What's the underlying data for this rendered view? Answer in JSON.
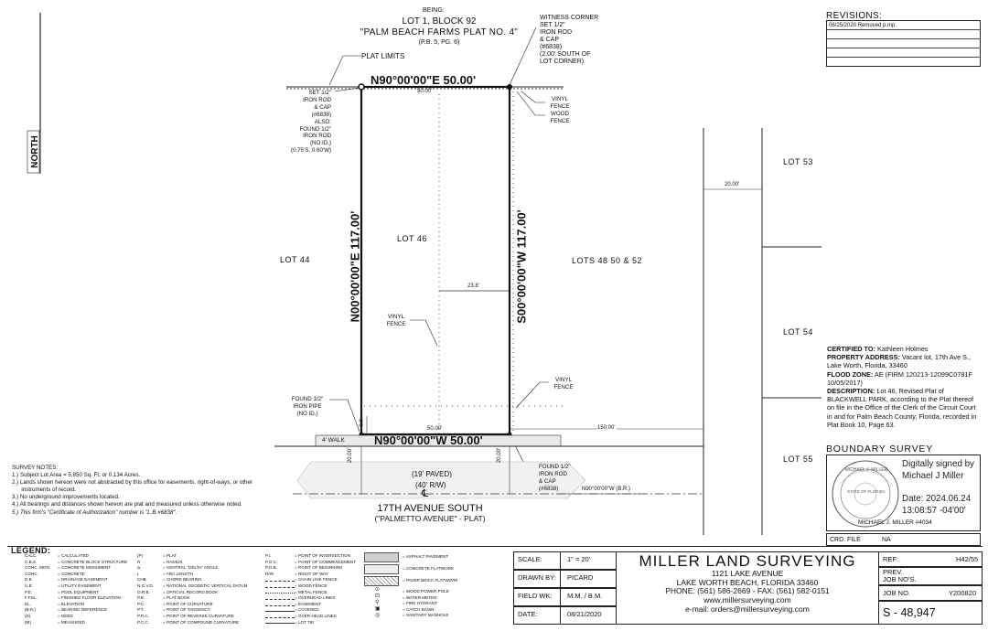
{
  "header": {
    "being": "BEING:",
    "lot_block": "LOT 1, BLOCK 92",
    "plat_name": "\"PALM BEACH FARMS PLAT NO. 4\"",
    "plat_ref": "(P.B. 5, PG. 6)",
    "plat_limits": "PLAT LIMITS",
    "witness": [
      "WITNESS CORNER",
      "SET 1/2\"",
      "IRON ROD",
      "& CAP",
      "(#6838)",
      "(2.00' SOUTH OF",
      "LOT CORNER)"
    ]
  },
  "north_label": "NORTH",
  "bearings": {
    "north": "N90°00'00\"E  50.00'",
    "south": "N90°00'00\"W  50.00'",
    "west": "N00°00'00\"E  117.00'",
    "east": "S00°00'00\"W  117.00'"
  },
  "dims": {
    "top_small": "50.00'",
    "bottom_small": "50.00'",
    "fence_offset": "23.8'",
    "right_width": "20.00'",
    "right_150": "150.00'",
    "row_left": "20.00'",
    "row_right": "20.00'",
    "corner_small": "0.0'",
    "br": "N90°00'00\"W (B.R.)"
  },
  "set_rod_note": [
    "SET 1/2\"",
    "IRON ROD",
    "& CAP",
    "(#6838)",
    "ALSO:",
    "FOUND 1/2\"",
    "IRON ROD",
    "(NO ID.)",
    "(0.75'S, 0.60'W)"
  ],
  "found_pipe_note": [
    "FOUND 1/2\"",
    "IRON PIPE",
    "(NO ID.)"
  ],
  "found_rod_note": [
    "FOUND 1/2\"",
    "IRON ROD",
    "& CAP",
    "(#6838)"
  ],
  "fence_notes": {
    "top_right": [
      "VINYL",
      "FENCE",
      "WOOD",
      "FENCE"
    ],
    "mid": [
      "VINYL",
      "FENCE"
    ],
    "lower_right": [
      "VINYL",
      "FENCE"
    ]
  },
  "lots": {
    "lot44": "LOT 44",
    "lot46": "LOT 46",
    "lots48": "LOTS 48 50 & 52",
    "lot53": "LOT 53",
    "lot54": "LOT 54",
    "lot55": "LOT 55"
  },
  "street": {
    "walk": "4' WALK",
    "paved": "(19' PAVED)",
    "rw": "(40' R/W)",
    "cl": "℄",
    "name": "17TH AVENUE SOUTH",
    "alt": "(\"PALMETTO AVENUE\" - PLAT)"
  },
  "survey_notes": {
    "title": "SURVEY NOTES:",
    "lines": [
      "1.) Subject Lot Area = 5,850 Sq. Ft. or 0.134 Acres.",
      "2.) Lands shown hereon were not abstracted by this office for easements, right-of-ways, or other",
      "      instruments of record.",
      "3.) No underground improvements located.",
      "4.) All bearings and distances shown hereon are plat and measured unless otherwise noted.",
      "5.) This firm's \"Certificate of Authorization\" number is \"L.B.#6838\"."
    ]
  },
  "revisions": {
    "title": "REVISIONS:",
    "rows": [
      "06/25/2020 Removed p.mp.",
      "",
      "",
      "",
      ""
    ]
  },
  "certification": {
    "certified_label": "CERTIFIED TO:",
    "certified_value": "Kathleen Holmes",
    "address_label": "PROPERTY ADDRESS:",
    "address_value": "Vacant lot, 17th Ave S., Lake Worth, Florida, 33460",
    "flood_label": "FLOOD ZONE:",
    "flood_value": "AE (FIRM 120213-12099C0781F 10/05/2017)",
    "desc_label": "DESCRIPTION:",
    "desc_value": "Lot 46, Revised Plat of BLACKWELL PARK, according to the Plat thereof on file in the Office of the Clerk of the Circuit Court in and for Palm Beach County, Florida, recorded in Plat Book 10, Page 63."
  },
  "boundary": {
    "title": "BOUNDARY SURVEY",
    "seal_name": "MICHAEL J. MILLER",
    "seal_state": "STATE OF FLORIDA",
    "signed": "Digitally signed by Michael J Miller",
    "signed_date": "Date: 2024.06.24 13:08:57 -04'00'",
    "surveyor": "MICHAEL J. MILLER #4034",
    "crd_label": "CRD. FILE",
    "crd_value": "NA"
  },
  "legend": {
    "title": "LEGEND:",
    "col1": [
      [
        "CALC.",
        "= CALCULATED"
      ],
      [
        "C.B.S.",
        "= CONCRETE BLOCK STRUCTURE"
      ],
      [
        "CONC. MON.",
        "= CONCRETE MONUMENT"
      ],
      [
        "CONC.",
        "= CONCRETE"
      ],
      [
        "D.E.",
        "= DRAINAGE EASEMENT"
      ],
      [
        "U.E.",
        "= UTILITY EASEMENT"
      ],
      [
        "P.E.",
        "= POOL EQUIPMENT"
      ],
      [
        "F.F.EL.",
        "= FINISHED FLOOR ELEVATION"
      ],
      [
        "EL.",
        "= ELEVATION"
      ],
      [
        "(B.R.)",
        "= BEARING REFERENCE"
      ],
      [
        "(D)",
        "= DEED"
      ],
      [
        "(M)",
        "= MEASURED"
      ]
    ],
    "col2": [
      [
        "(P)",
        "= PLAT"
      ],
      [
        "R",
        "= RADIUS"
      ],
      [
        "Δ",
        "= CENTRAL \"DELTA\" ANGLE"
      ],
      [
        "L",
        "= ARC LENGTH"
      ],
      [
        "CHB",
        "= CHORD BEARING"
      ],
      [
        "N.G.V.D.",
        "= NATIONAL GEODETIC VERTICAL DATUM"
      ],
      [
        "O.R.B.",
        "= OFFICIAL RECORD BOOK"
      ],
      [
        "P.B.",
        "= PLAT BOOK"
      ],
      [
        "P.C.",
        "= POINT OF CURVATURE"
      ],
      [
        "P.T.",
        "= POINT OF TANGENCY"
      ],
      [
        "P.R.C.",
        "= POINT OF REVERSE CURVATURE"
      ],
      [
        "P.C.C.",
        "= POINT OF COMPOUND CURVATURE"
      ]
    ],
    "col3": [
      [
        "P.I.",
        "= POINT OF INTERSECTION"
      ],
      [
        "P.O.C.",
        "= POINT OF COMMENCEMENT"
      ],
      [
        "P.O.B.",
        "= POINT OF BEGINNING"
      ],
      [
        "R/W",
        "= RIGHT OF WAY"
      ],
      [
        "",
        "= CHAIN LINK FENCE"
      ],
      [
        "",
        "= WOOD FENCE"
      ],
      [
        "",
        "= METAL FENCE"
      ],
      [
        "",
        "= OVERHEAD LINES"
      ],
      [
        "",
        "= EASEMENT"
      ],
      [
        "",
        "= COVERED"
      ],
      [
        "",
        "= OVER-HEAD LINES"
      ],
      [
        "",
        "= LOT TIE"
      ]
    ],
    "col4": [
      "= ASPHALT PAVEMENT",
      "= CONCRETE FLATWORK",
      "= PAVER BRICK FLATWORK",
      "= WOOD POWER POLE",
      "= WATER METER",
      "= FIRE HYDRANT",
      "= CATCH BASIN",
      "= SANITARY MANHOLE"
    ]
  },
  "title_block": {
    "scale_label": "SCALE:",
    "scale_value": "1\" = 20'",
    "drawn_label": "DRAWN BY:",
    "drawn_value": "PICARD",
    "field_label": "FIELD WK:",
    "field_value": "M.M. / B.M.",
    "date_label": "DATE:",
    "date_value": "08/21/2020",
    "company": "MILLER LAND SURVEYING",
    "addr1": "1121 LAKE AVENUE",
    "addr2": "LAKE WORTH BEACH, FLORIDA 33460",
    "phone": "PHONE: (561) 586-2669 - FAX: (561) 582-0151",
    "web": "www.millersurveying.com",
    "email": "e-mail:  orders@millersurveying.com",
    "ref_label": "REF:",
    "ref_value": "H42/55",
    "prev_label": "PREV.",
    "prev_label2": "JOB NO'S.",
    "job_label": "JOB NO.",
    "job_value": "Y200820",
    "sheet_no": "S - 48,947"
  }
}
